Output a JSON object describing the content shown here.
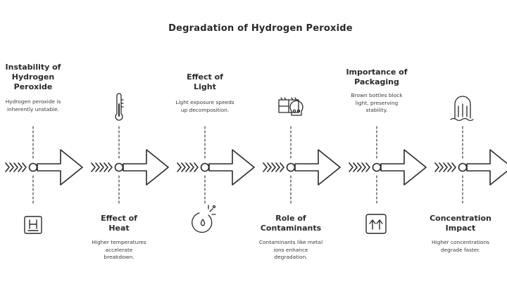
{
  "title": "Degradation of Hydrogen Peroxide",
  "steps": [
    {
      "heading": "Instability of Hydrogen Peroxide",
      "description": "Hydrogen peroxide is inherently unstable.",
      "icon": "hydrogen-element-icon"
    },
    {
      "heading": "Effect of Heat",
      "description": "Higher temperatures accelerate breakdown.",
      "icon": "thermometer-icon"
    },
    {
      "heading": "Effect of Light",
      "description": "Light exposure speeds up decomposition.",
      "icon": "light-drop-icon"
    },
    {
      "heading": "Role of Contaminants",
      "description": "Contaminants like metal ions enhance degradation.",
      "icon": "contaminants-skull-icon"
    },
    {
      "heading": "Importance of Packaging",
      "description": "Brown bottles block light, preserving stability.",
      "icon": "this-side-up-icon"
    },
    {
      "heading": "Concentration Impact",
      "description": "Higher concentrations degrade faster.",
      "icon": "concentration-tower-icon"
    }
  ]
}
